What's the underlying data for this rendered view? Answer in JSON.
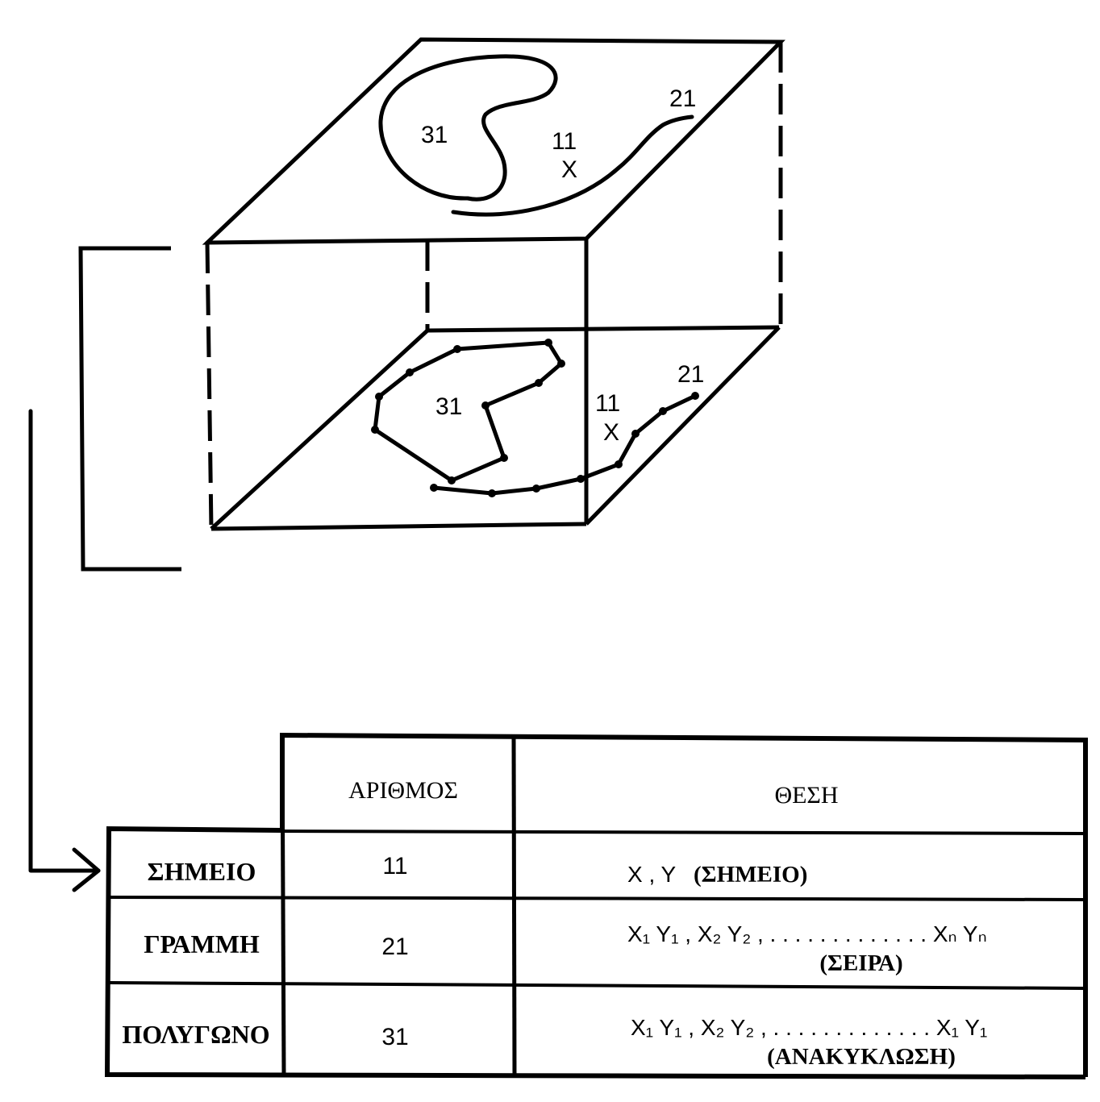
{
  "top_layer": {
    "label_polygon": "31",
    "label_point_id": "11",
    "label_point_mark": "X",
    "label_line": "21"
  },
  "bottom_layer": {
    "label_polygon": "31",
    "label_point_id": "11",
    "label_point_mark": "X",
    "label_line": "21"
  },
  "table": {
    "header_number": "ΑΡΙΘΜΟΣ",
    "header_position": "ΘΕΣΗ",
    "rows": [
      {
        "name": "ΣΗΜΕΙΟ",
        "number": "11",
        "position": "X , Y",
        "note": "(ΣΗΜΕΙΟ)"
      },
      {
        "name": "ΓΡΑΜΜΗ",
        "number": "21",
        "position": "X₁ Y₁ ,  X₂ Y₂ , . . . . . . . . . . . . . Xₙ Yₙ",
        "note": "(ΣΕΙΡΑ)"
      },
      {
        "name": "ΠΟΛΥΓΩΝΟ",
        "number": "31",
        "position": "X₁ Y₁ ,  X₂ Y₂ , . . . . . . . . . . . . . X₁ Y₁",
        "note": "(ΑΝΑΚΥΚΛΩΣΗ)"
      }
    ]
  }
}
